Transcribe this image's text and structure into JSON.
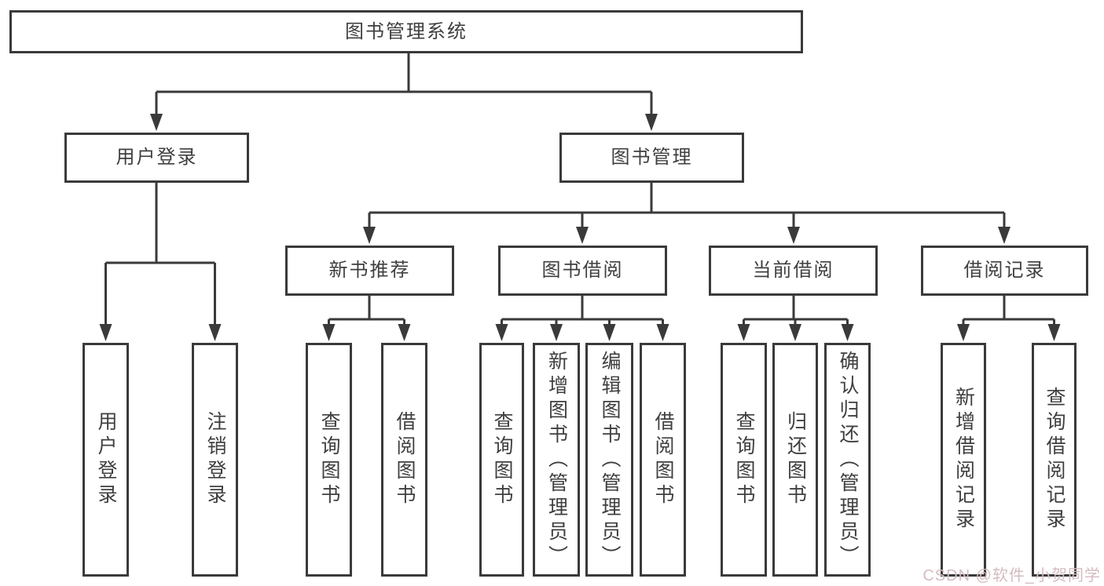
{
  "diagram": {
    "type": "hierarchy-tree",
    "background_color": "#ffffff",
    "line_color": "#3a3a3a",
    "text_color": "#3f3f3f",
    "tree": {
      "label": "图书管理系统",
      "children": [
        {
          "label": "用户登录",
          "children": [
            {
              "label": "用户登录"
            },
            {
              "label": "注销登录"
            }
          ]
        },
        {
          "label": "图书管理",
          "children": [
            {
              "label": "新书推荐",
              "children": [
                {
                  "label": "查询图书"
                },
                {
                  "label": "借阅图书"
                }
              ]
            },
            {
              "label": "图书借阅",
              "children": [
                {
                  "label": "查询图书"
                },
                {
                  "label": "新增图书（管理员）"
                },
                {
                  "label": "编辑图书（管理员）"
                },
                {
                  "label": "借阅图书"
                }
              ]
            },
            {
              "label": "当前借阅",
              "children": [
                {
                  "label": "查询图书"
                },
                {
                  "label": "归还图书"
                },
                {
                  "label": "确认归还（管理员）"
                }
              ]
            },
            {
              "label": "借阅记录",
              "children": [
                {
                  "label": "新增借阅记录"
                },
                {
                  "label": "查询借阅记录"
                }
              ]
            }
          ]
        }
      ]
    },
    "watermark": {
      "text": "CSDN @软件_小贺同学",
      "color": "#d5bcc0"
    }
  }
}
